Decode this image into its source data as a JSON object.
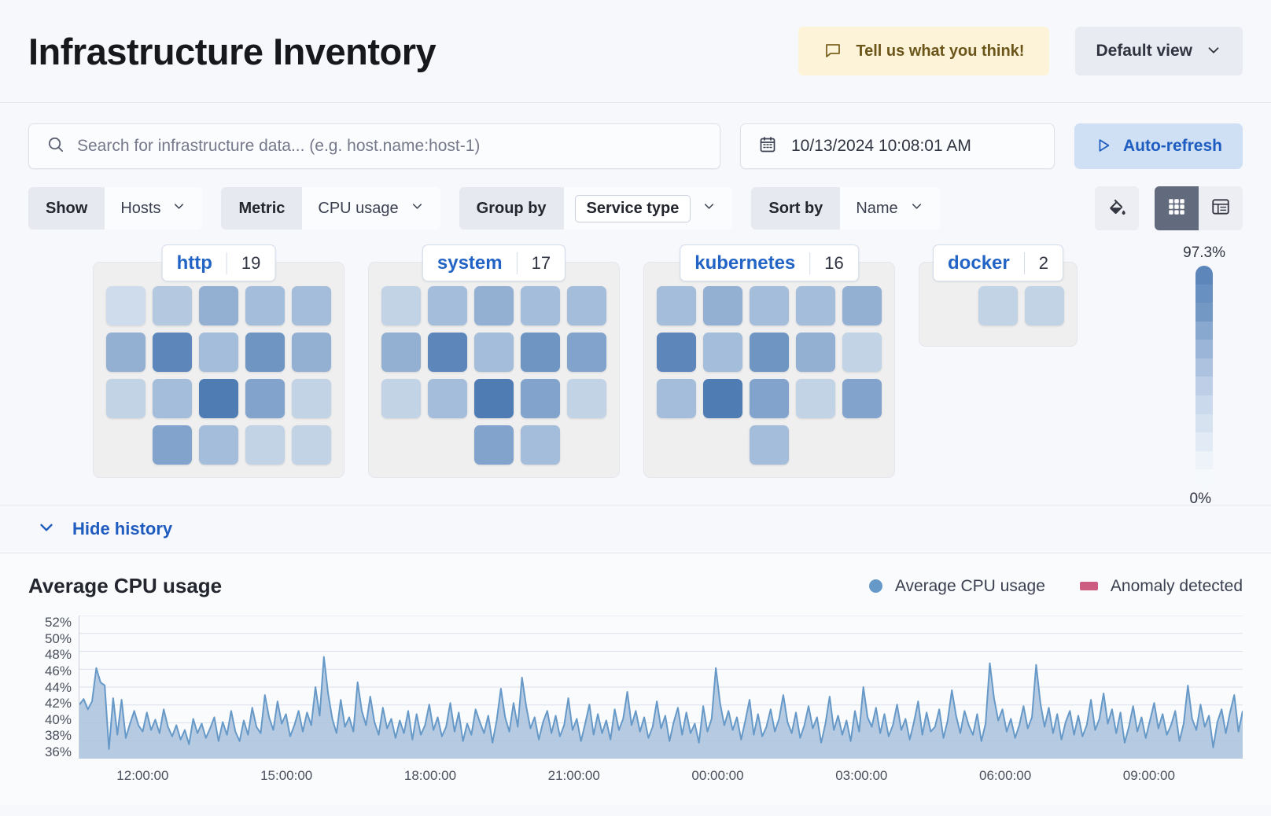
{
  "header": {
    "title": "Infrastructure Inventory",
    "feedback_label": "Tell us what you think!",
    "feedback_icon": "comment-icon",
    "view_label": "Default view",
    "view_icon": "chevron-down-icon"
  },
  "search": {
    "placeholder": "Search for infrastructure data... (e.g. host.name:host-1)",
    "value": "",
    "icon": "search-icon"
  },
  "datepicker": {
    "value": "10/13/2024 10:08:01 AM",
    "icon": "calendar-icon"
  },
  "refresh": {
    "label": "Auto-refresh",
    "icon": "play-icon"
  },
  "filters": [
    {
      "label": "Show",
      "value": "Hosts",
      "chip": false
    },
    {
      "label": "Metric",
      "value": "CPU usage",
      "chip": false
    },
    {
      "label": "Group by",
      "value": "Service type",
      "chip": true
    },
    {
      "label": "Sort by",
      "value": "Name",
      "chip": false
    }
  ],
  "view_controls": {
    "palette_icon": "paint-bucket-icon",
    "grid_icon": "grid-view-icon",
    "table_icon": "table-view-icon",
    "active": "grid"
  },
  "legend_scale": {
    "max": "97.3%",
    "min": "0%"
  },
  "history": {
    "label": "Hide history",
    "icon": "chevron-down-icon"
  },
  "chart_data": {
    "type": "area",
    "title": "Average CPU usage",
    "xlabel": "",
    "ylabel": "",
    "grid": true,
    "legend_position": "top-right",
    "legend": [
      {
        "name": "Average CPU usage",
        "color": "#6699c8",
        "marker": "dot"
      },
      {
        "name": "Anomaly detected",
        "color": "#cc5c80",
        "marker": "rect"
      }
    ],
    "ylim": [
      35,
      53
    ],
    "yticks": [
      "52%",
      "50%",
      "48%",
      "46%",
      "44%",
      "42%",
      "40%",
      "38%",
      "36%"
    ],
    "xticks": [
      "12:00:00",
      "15:00:00",
      "18:00:00",
      "21:00:00",
      "00:00:00",
      "03:00:00",
      "06:00:00",
      "09:00:00"
    ],
    "series": [
      {
        "name": "Average CPU usage",
        "color": "#6699c8",
        "values": [
          41.8,
          42.5,
          41.2,
          42.2,
          46.4,
          44.6,
          44.2,
          36.2,
          42.6,
          38.0,
          42.4,
          37.6,
          39.4,
          41.0,
          39.2,
          38.4,
          40.8,
          38.6,
          39.9,
          38.2,
          41.2,
          39.0,
          37.8,
          39.2,
          37.4,
          38.6,
          36.8,
          40.0,
          38.2,
          39.4,
          37.6,
          38.8,
          40.2,
          37.2,
          39.6,
          38.0,
          41.0,
          38.4,
          37.2,
          39.8,
          38.0,
          41.4,
          39.0,
          38.2,
          43.0,
          40.2,
          38.6,
          42.2,
          39.4,
          40.6,
          37.8,
          39.2,
          41.0,
          38.4,
          40.8,
          39.2,
          44.0,
          40.4,
          47.8,
          43.2,
          40.0,
          38.2,
          42.4,
          39.0,
          40.2,
          38.4,
          44.6,
          41.0,
          39.2,
          42.8,
          39.6,
          38.0,
          41.4,
          38.8,
          40.0,
          37.6,
          39.8,
          38.2,
          41.0,
          37.4,
          40.6,
          38.0,
          39.2,
          41.8,
          38.6,
          40.2,
          37.8,
          39.0,
          42.0,
          38.4,
          40.8,
          37.2,
          39.4,
          38.0,
          41.2,
          39.6,
          38.2,
          40.4,
          37.0,
          39.8,
          43.8,
          40.2,
          38.4,
          42.0,
          39.0,
          45.2,
          41.6,
          38.8,
          40.2,
          37.4,
          39.6,
          41.0,
          38.2,
          40.4,
          37.8,
          39.2,
          42.6,
          38.6,
          40.0,
          37.2,
          39.4,
          41.8,
          38.0,
          40.6,
          38.2,
          39.8,
          37.4,
          41.2,
          38.6,
          40.0,
          43.4,
          39.2,
          41.0,
          38.4,
          40.2,
          37.6,
          39.0,
          42.2,
          38.8,
          40.4,
          37.2,
          39.6,
          41.4,
          38.0,
          40.8,
          38.2,
          39.4,
          37.0,
          41.6,
          38.4,
          40.0,
          46.4,
          42.0,
          39.2,
          41.0,
          38.6,
          40.2,
          37.4,
          39.8,
          42.4,
          38.0,
          40.6,
          37.8,
          39.0,
          41.2,
          38.4,
          40.0,
          43.0,
          39.6,
          38.2,
          40.8,
          37.6,
          39.2,
          41.6,
          38.8,
          40.2,
          37.0,
          39.4,
          42.8,
          38.6,
          40.4,
          38.0,
          39.8,
          37.2,
          41.0,
          38.4,
          44.0,
          40.2,
          39.0,
          41.4,
          38.2,
          40.6,
          37.8,
          39.2,
          41.8,
          38.6,
          40.0,
          37.4,
          39.6,
          42.2,
          38.0,
          40.8,
          38.4,
          39.0,
          41.2,
          37.6,
          39.8,
          43.6,
          40.4,
          38.2,
          41.0,
          39.2,
          38.0,
          40.6,
          37.2,
          39.4,
          47.0,
          42.6,
          39.8,
          41.2,
          38.4,
          40.0,
          37.6,
          39.2,
          41.6,
          38.8,
          40.2,
          46.8,
          42.0,
          39.0,
          41.4,
          38.2,
          40.6,
          37.4,
          39.6,
          41.0,
          38.0,
          40.4,
          37.8,
          39.2,
          42.4,
          38.6,
          40.0,
          43.2,
          39.4,
          41.2,
          38.2,
          40.8,
          37.0,
          39.0,
          41.6,
          38.4,
          40.2,
          37.6,
          39.8,
          42.0,
          38.8,
          40.6,
          38.0,
          39.2,
          41.0,
          37.2,
          39.4,
          44.2,
          40.0,
          38.6,
          41.8,
          39.0,
          40.4,
          36.4,
          39.6,
          41.2,
          38.2,
          40.8,
          43.0,
          38.4,
          41.0
        ]
      }
    ]
  },
  "waffle": {
    "color_ramp": [
      "#cfdceb",
      "#c3d3e6",
      "#b4c8e0",
      "#a4bdda",
      "#93b0d3",
      "#82a3cb",
      "#6f95c3",
      "#5d87bb",
      "#4e7cb3"
    ],
    "groups": [
      {
        "name": "http",
        "count": "19",
        "rows": [
          [
            {
              "s": 0
            },
            {
              "s": 2
            },
            {
              "s": 4
            },
            {
              "s": 3
            },
            {
              "s": 3
            }
          ],
          [
            {
              "s": 4
            },
            {
              "s": 7
            },
            {
              "s": 3
            },
            {
              "s": 6
            },
            {
              "s": 4
            }
          ],
          [
            {
              "s": 1
            },
            {
              "s": 3
            },
            {
              "s": 8
            },
            {
              "s": 5
            },
            {
              "s": 1
            }
          ],
          [
            {
              "pad": true
            },
            {
              "s": 5
            },
            {
              "s": 3
            },
            {
              "s": 1
            },
            {
              "s": 1
            }
          ]
        ]
      },
      {
        "name": "system",
        "count": "17",
        "rows": [
          [
            {
              "s": 1
            },
            {
              "s": 3
            },
            {
              "s": 4
            },
            {
              "s": 3
            },
            {
              "s": 3
            }
          ],
          [
            {
              "s": 4
            },
            {
              "s": 7
            },
            {
              "s": 3
            },
            {
              "s": 6
            },
            {
              "s": 5
            }
          ],
          [
            {
              "s": 1
            },
            {
              "s": 3
            },
            {
              "s": 8
            },
            {
              "s": 5
            },
            {
              "s": 1
            }
          ],
          [
            {
              "pad": true
            },
            {
              "pad": true
            },
            {
              "s": 5
            },
            {
              "s": 3
            }
          ]
        ]
      },
      {
        "name": "kubernetes",
        "count": "16",
        "rows": [
          [
            {
              "s": 3
            },
            {
              "s": 4
            },
            {
              "s": 3
            },
            {
              "s": 3
            },
            {
              "s": 4
            }
          ],
          [
            {
              "s": 7
            },
            {
              "s": 3
            },
            {
              "s": 6
            },
            {
              "s": 4
            },
            {
              "s": 1
            }
          ],
          [
            {
              "s": 3
            },
            {
              "s": 8
            },
            {
              "s": 5
            },
            {
              "s": 1
            },
            {
              "s": 5
            }
          ],
          [
            {
              "pad": true
            },
            {
              "pad": true
            },
            {
              "s": 3
            }
          ]
        ]
      },
      {
        "name": "docker",
        "count": "2",
        "short": true,
        "rows": [
          [
            {
              "pad": true
            },
            {
              "s": 1
            },
            {
              "s": 1
            }
          ]
        ]
      }
    ]
  }
}
